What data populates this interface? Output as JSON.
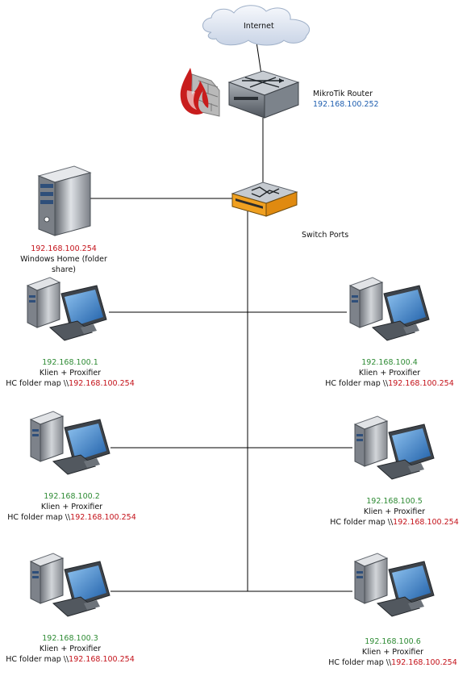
{
  "internet": {
    "label": "Internet"
  },
  "router": {
    "name": "MikroTik Router",
    "ip": "192.168.100.252"
  },
  "switch": {
    "label": "Switch Ports"
  },
  "server": {
    "ip": "192.168.100.254",
    "desc_line1": "Windows Home (folder",
    "desc_line2": "share)"
  },
  "clients": [
    {
      "ip": "192.168.100.1",
      "role": "Klien + Proxifier",
      "map_prefix": "HC folder map \\\\",
      "map_target": "192.168.100.254"
    },
    {
      "ip": "192.168.100.4",
      "role": "Klien + Proxifier",
      "map_prefix": "HC folder map \\\\",
      "map_target": "192.168.100.254"
    },
    {
      "ip": "192.168.100.2",
      "role": "Klien + Proxifier",
      "map_prefix": "HC folder map \\\\",
      "map_target": "192.168.100.254"
    },
    {
      "ip": "192.168.100.5",
      "role": "Klien + Proxifier",
      "map_prefix": "HC folder map \\\\",
      "map_target": "192.168.100.254"
    },
    {
      "ip": "192.168.100.3",
      "role": "Klien + Proxifier",
      "map_prefix": "HC folder map \\\\",
      "map_target": "192.168.100.254"
    },
    {
      "ip": "192.168.100.6",
      "role": "Klien + Proxifier",
      "map_prefix": "HC folder map \\\\",
      "map_target": "192.168.100.254"
    }
  ],
  "colors": {
    "server_ip": "#c4121a",
    "client_ip": "#2e8b34",
    "router_ip": "#1f5fb0",
    "line": "#000000"
  }
}
